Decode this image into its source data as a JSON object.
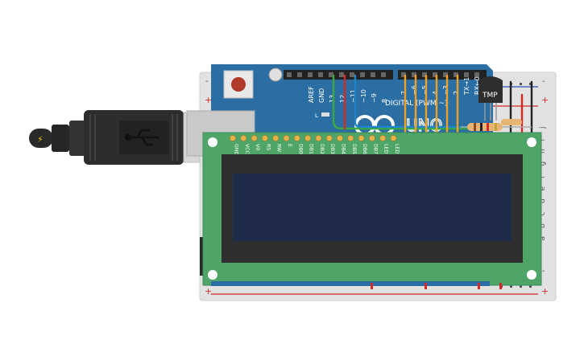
{
  "arduino": {
    "header_left_labels": [
      "AREF",
      "GND",
      "13",
      "12",
      "~11",
      "~10",
      "~9",
      "8"
    ],
    "header_right_labels": [
      "7",
      "~6",
      "~5",
      "4",
      "~3",
      "2",
      "TX→1",
      "RX←0"
    ],
    "digital_label": "DIGITAL (PWM ~)",
    "logo_text": "UNO",
    "l_label": "L"
  },
  "sensor": {
    "label": "TMP"
  },
  "lcd": {
    "pin_labels": [
      "GND",
      "VCC",
      "V0",
      "RS",
      "RW",
      "E",
      "DB0",
      "DB1",
      "DB2",
      "DB3",
      "DB4",
      "DB5",
      "DB6",
      "DB7",
      "LED",
      "LED"
    ]
  },
  "breadboard": {
    "row_letters": [
      "a",
      "b",
      "c",
      "d",
      "e",
      "f",
      "g",
      "h",
      "i",
      "j"
    ],
    "minus_label": "-",
    "plus_label": "+"
  },
  "colors": {
    "arduino_blue": "#2b6ea3",
    "lcd_green": "#4ea567",
    "lcd_screen": "#1e2b4a",
    "wire_orange": "#f0a020",
    "wire_red": "#d62828",
    "wire_green": "#3aa840",
    "wire_blue": "#1c86c8",
    "usb_body": "#2d2d2d",
    "breadboard": "#e4e4e4"
  }
}
